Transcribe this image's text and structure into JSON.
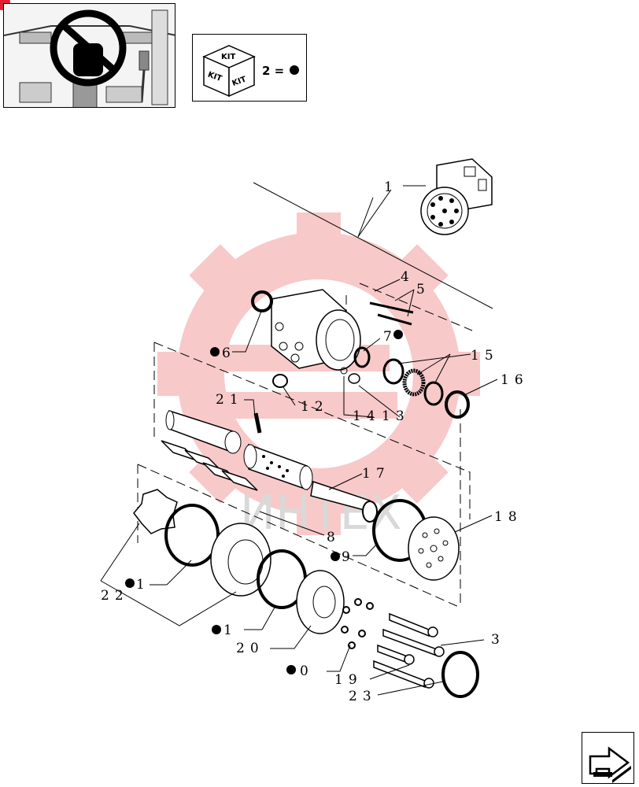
{
  "kit_legend": {
    "kit_word": "KIT",
    "equation": "2 =",
    "bullet_icon": "filled-circle-icon"
  },
  "watermark": {
    "text": "ИНТЕХ",
    "color": "#f08a8a"
  },
  "callouts": [
    {
      "id": "c1",
      "text": "1",
      "bullet": false
    },
    {
      "id": "c4",
      "text": "4",
      "bullet": false
    },
    {
      "id": "c5",
      "text": "5",
      "bullet": false
    },
    {
      "id": "c6",
      "text": "6",
      "bullet": true
    },
    {
      "id": "c7",
      "text": "7",
      "bullet": true
    },
    {
      "id": "c15",
      "text": "15",
      "bullet": false
    },
    {
      "id": "c16",
      "text": "16",
      "bullet": false
    },
    {
      "id": "c21",
      "text": "21",
      "bullet": false
    },
    {
      "id": "c12",
      "text": "12",
      "bullet": false
    },
    {
      "id": "c14",
      "text": "14",
      "bullet": false
    },
    {
      "id": "c13",
      "text": "13",
      "bullet": false
    },
    {
      "id": "c17",
      "text": "17",
      "bullet": false
    },
    {
      "id": "c18",
      "text": "18",
      "bullet": false
    },
    {
      "id": "c8",
      "text": "8",
      "bullet": false
    },
    {
      "id": "c9",
      "text": "9",
      "bullet": true
    },
    {
      "id": "c11a",
      "text": "1",
      "bullet": true
    },
    {
      "id": "c22",
      "text": "22",
      "bullet": false
    },
    {
      "id": "c11b",
      "text": "1",
      "bullet": true
    },
    {
      "id": "c20",
      "text": "20",
      "bullet": false
    },
    {
      "id": "c3",
      "text": "3",
      "bullet": false
    },
    {
      "id": "c10",
      "text": "0",
      "bullet": true
    },
    {
      "id": "c19",
      "text": "19",
      "bullet": false
    },
    {
      "id": "c23",
      "text": "23",
      "bullet": false
    }
  ],
  "icons": {
    "thumbnail": "tractor-cab-steering-wheel-icon",
    "kit": "kit-box-icon",
    "next": "next-page-arrow-icon",
    "corner": "red-corner-marker-icon"
  }
}
